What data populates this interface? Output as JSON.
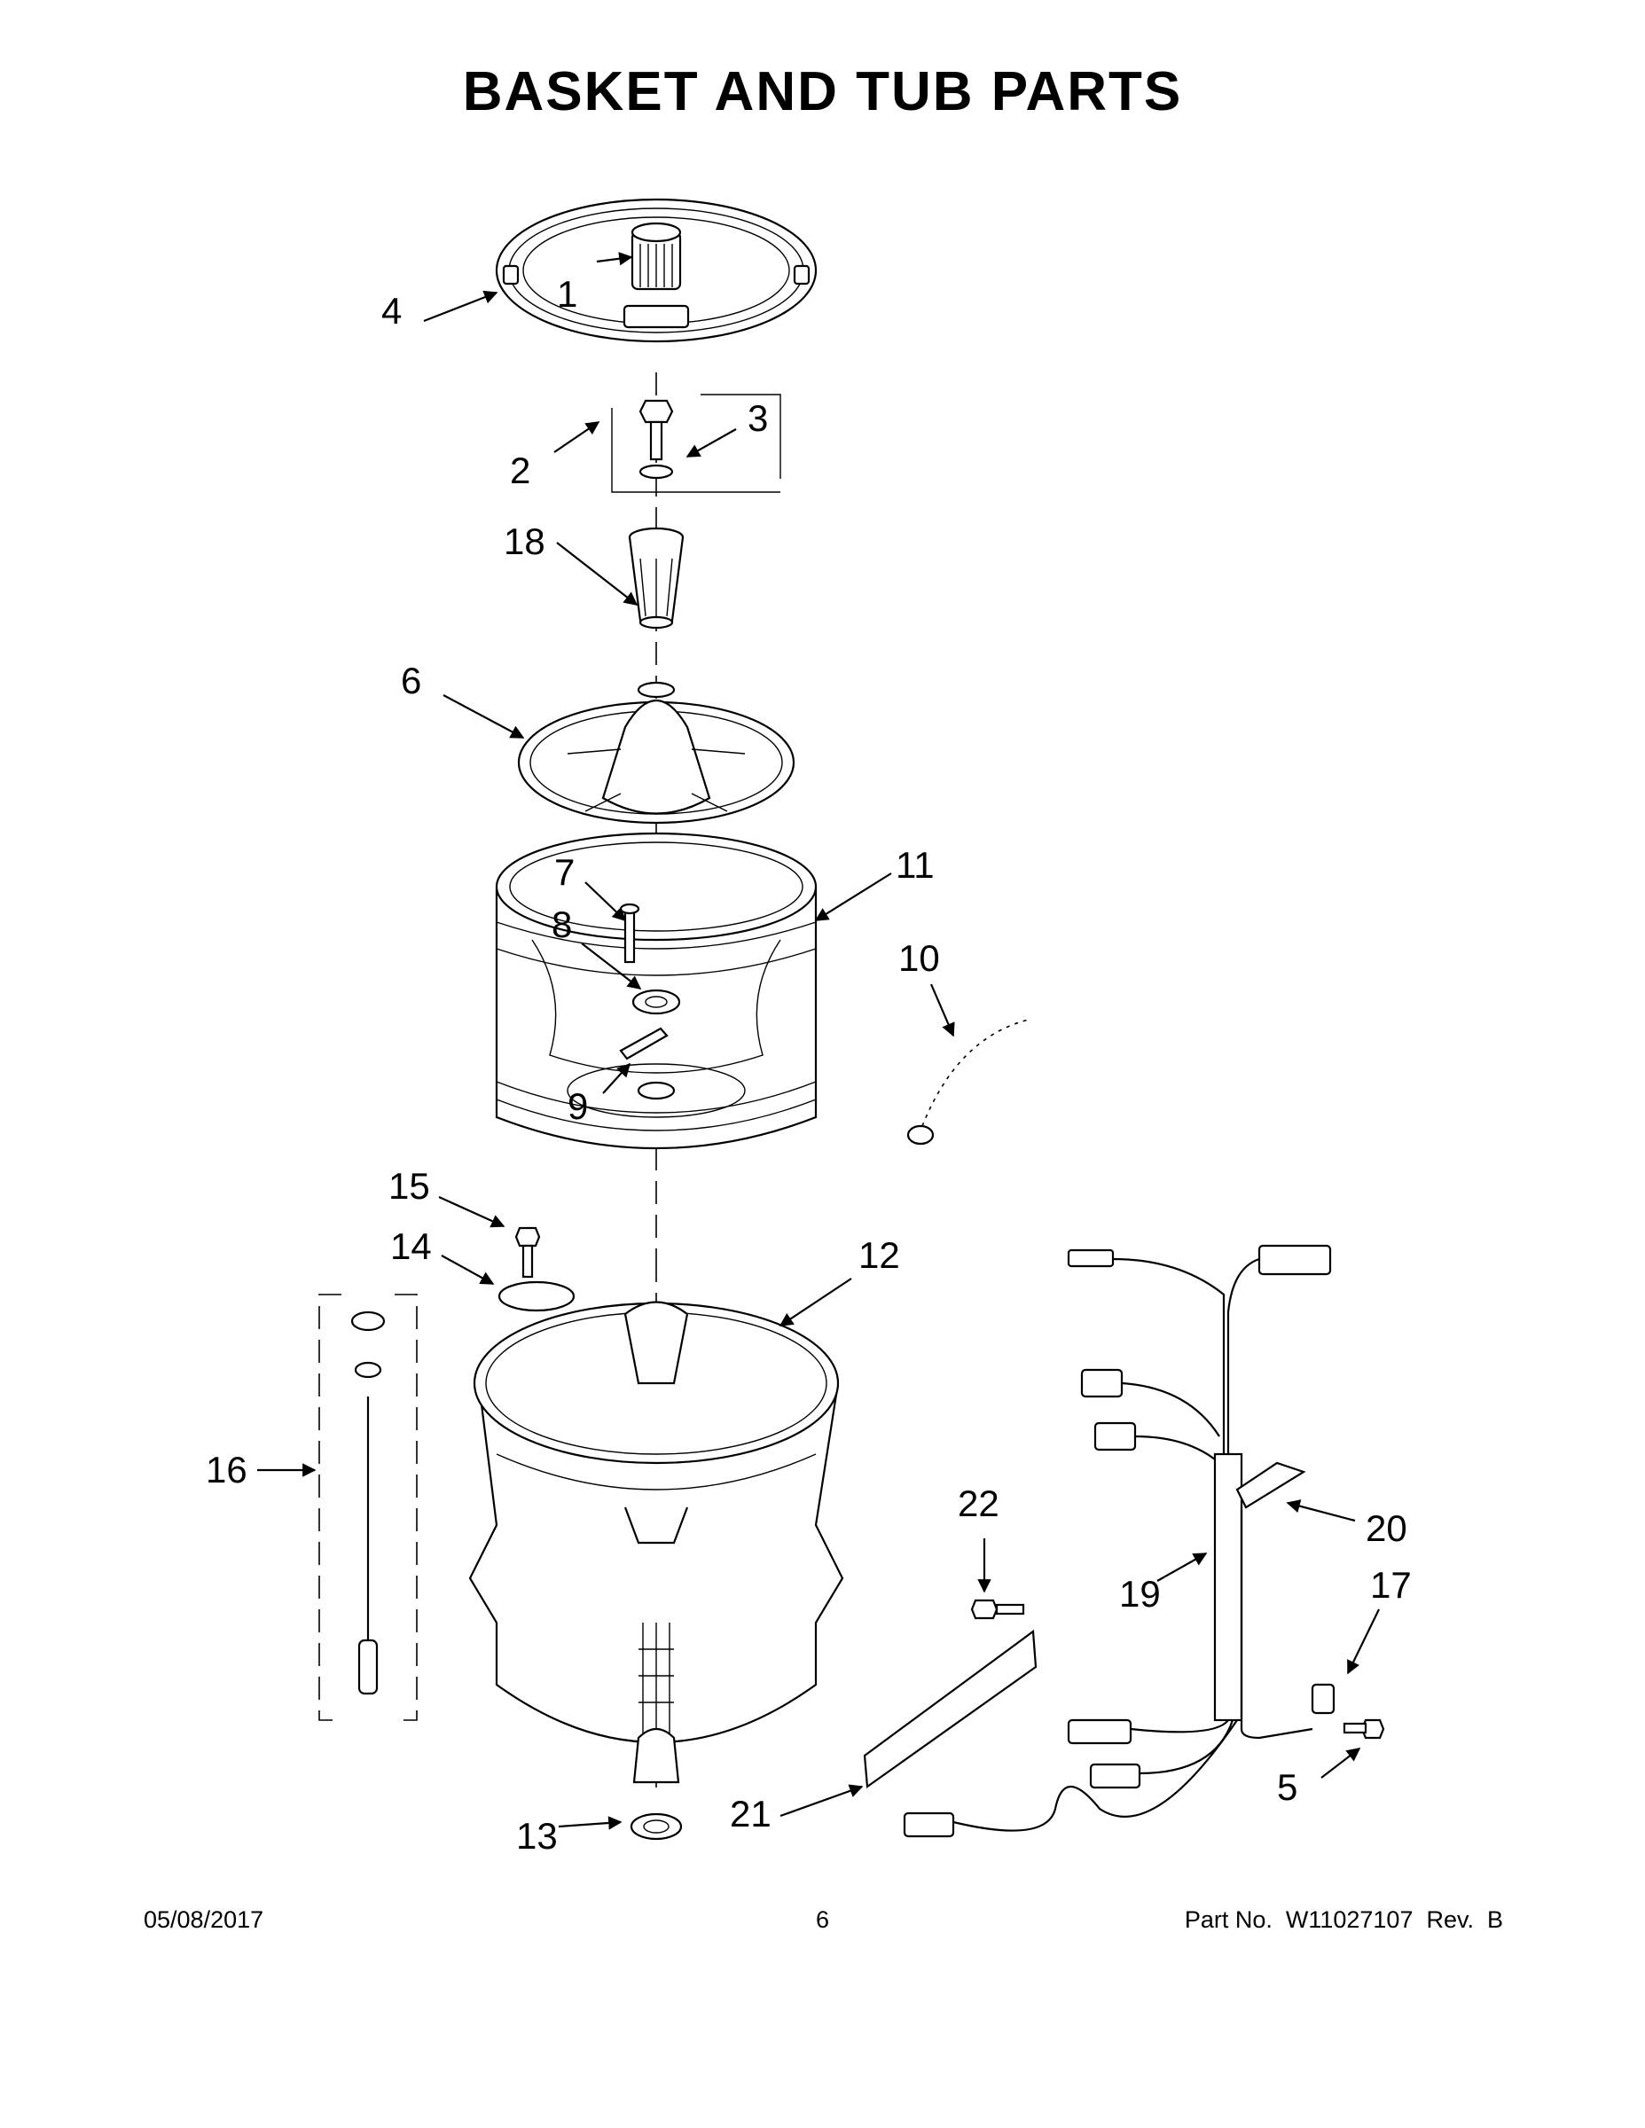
{
  "title": "BASKET AND TUB PARTS",
  "footer": {
    "date": "05/08/2017",
    "page": "6",
    "part_number": "Part No.  W11027107  Rev.  B"
  },
  "callouts": {
    "1": "1",
    "2": "2",
    "3": "3",
    "4": "4",
    "5": "5",
    "6": "6",
    "7": "7",
    "8": "8",
    "9": "9",
    "10": "10",
    "11": "11",
    "12": "12",
    "13": "13",
    "14": "14",
    "15": "15",
    "16": "16",
    "17": "17",
    "18": "18",
    "19": "19",
    "20": "20",
    "21": "21",
    "22": "22"
  }
}
